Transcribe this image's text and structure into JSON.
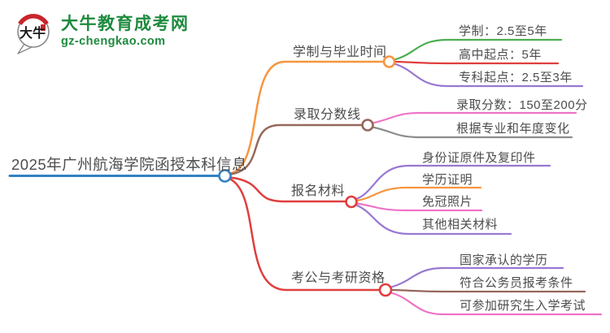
{
  "logo": {
    "icon_text": "大牛",
    "site_name": "大牛教育成考网",
    "site_domain": "gz-chengkao.com"
  },
  "colors": {
    "blue": "#3282c3",
    "orange": "#f7953e",
    "green": "#4caf50",
    "red": "#e03e3e",
    "purple": "#9878d2",
    "brown": "#96685c",
    "pink": "#ee74c6",
    "gray": "#8c8c8c",
    "logo_green": "#1e8a3e",
    "logo_red": "#c9252c",
    "text": "#4d4d4d"
  },
  "mindmap": {
    "root": {
      "label": "2025年广州航海学院函授本科信息",
      "color": "blue"
    },
    "branches": [
      {
        "label": "学制与毕业时间",
        "color": "orange",
        "children": [
          {
            "label": "学制：2.5至5年",
            "color": "green"
          },
          {
            "label": "高中起点：5年",
            "color": "red"
          },
          {
            "label": "专科起点：2.5至3年",
            "color": "purple"
          }
        ]
      },
      {
        "label": "录取分数线",
        "color": "brown",
        "children": [
          {
            "label": "录取分数：150至200分",
            "color": "pink"
          },
          {
            "label": "根据专业和年度变化",
            "color": "gray"
          }
        ]
      },
      {
        "label": "报名材料",
        "color": "red",
        "children": [
          {
            "label": "身份证原件及复印件",
            "color": "purple"
          },
          {
            "label": "学历证明",
            "color": "orange"
          },
          {
            "label": "免冠照片",
            "color": "pink"
          },
          {
            "label": "其他相关材料",
            "color": "purple"
          }
        ]
      },
      {
        "label": "考公与考研资格",
        "color": "red",
        "children": [
          {
            "label": "国家承认的学历",
            "color": "purple"
          },
          {
            "label": "符合公务员报考条件",
            "color": "brown"
          },
          {
            "label": "可参加研究生入学考试",
            "color": "pink"
          }
        ]
      }
    ]
  }
}
